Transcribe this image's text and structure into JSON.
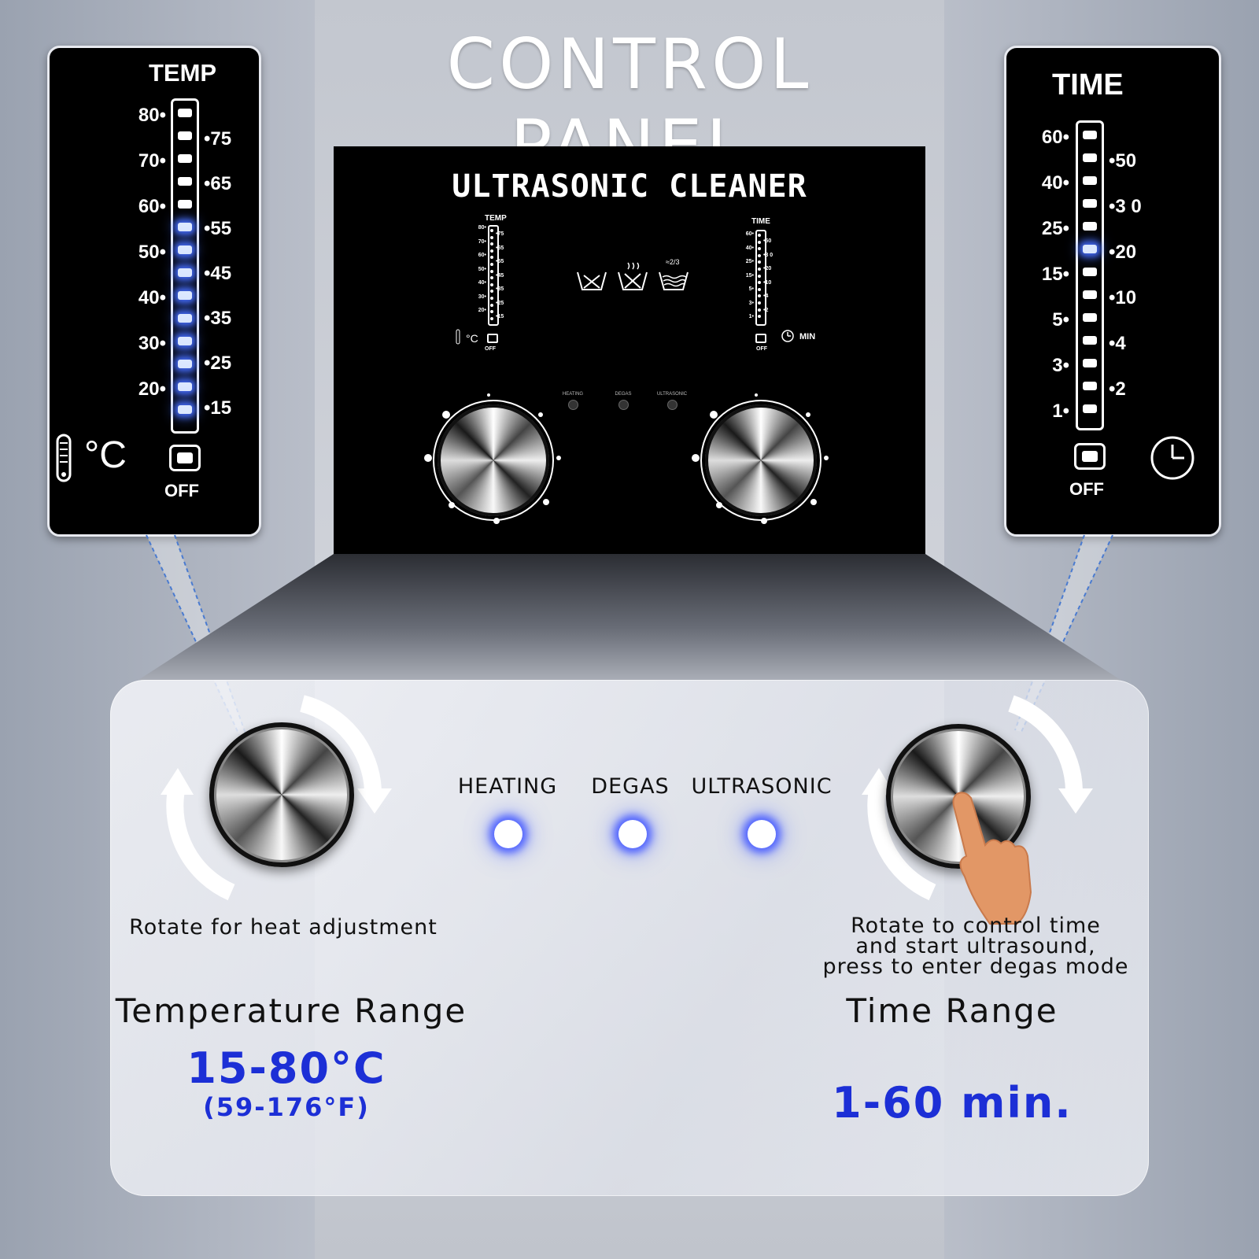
{
  "page": {
    "title": "CONTROL PANEL"
  },
  "temp_panel": {
    "title": "TEMP",
    "scale_left": [
      "80",
      "70",
      "60",
      "50",
      "40",
      "30",
      "20"
    ],
    "scale_right": [
      "75",
      "65",
      "55",
      "45",
      "35",
      "25",
      "15"
    ],
    "unit": "°C",
    "off_label": "OFF",
    "segments_total": 14,
    "segments_lit": 9
  },
  "time_panel": {
    "title": "TIME",
    "scale_left": [
      "60",
      "40",
      "25",
      "15",
      "5",
      "3",
      "1"
    ],
    "scale_right": [
      "50",
      "3 0",
      "20",
      "10",
      "4",
      "2"
    ],
    "off_label": "OFF",
    "segments_total": 13,
    "lit_segment_index": 5
  },
  "device": {
    "title": "ULTRASONIC CLEANER",
    "mini_temp_title": "TEMP",
    "mini_time_title": "TIME",
    "mini_temp_unit": "°C",
    "mini_time_unit": "MIN",
    "mini_off": "OFF",
    "mini_level": "≈2/3",
    "mini_temp_left": [
      "80",
      "70",
      "60",
      "50",
      "40",
      "30",
      "20"
    ],
    "mini_temp_right": [
      "75",
      "65",
      "55",
      "45",
      "35",
      "25",
      "15"
    ],
    "mini_time_left": [
      "60",
      "40",
      "25",
      "15",
      "5",
      "3",
      "1"
    ],
    "mini_time_right": [
      "50",
      "3 0",
      "20",
      "10",
      "4",
      "2"
    ],
    "indicators": [
      "HEATING",
      "DEGAS",
      "ULTRASONIC"
    ]
  },
  "lower": {
    "indicators": [
      "HEATING",
      "DEGAS",
      "ULTRASONIC"
    ],
    "left_desc": "Rotate for heat adjustment",
    "right_desc": [
      "Rotate to control time",
      "and start ultrasound,",
      "press to enter degas mode"
    ],
    "temp_range_title": "Temperature Range",
    "temp_range_value": "15-80°C",
    "temp_range_f": "(59-176°F)",
    "time_range_title": "Time Range",
    "time_range_value": "1-60 min."
  },
  "colors": {
    "accent_blue": "#1c2fd6",
    "led_glow": "#4a5cff"
  }
}
